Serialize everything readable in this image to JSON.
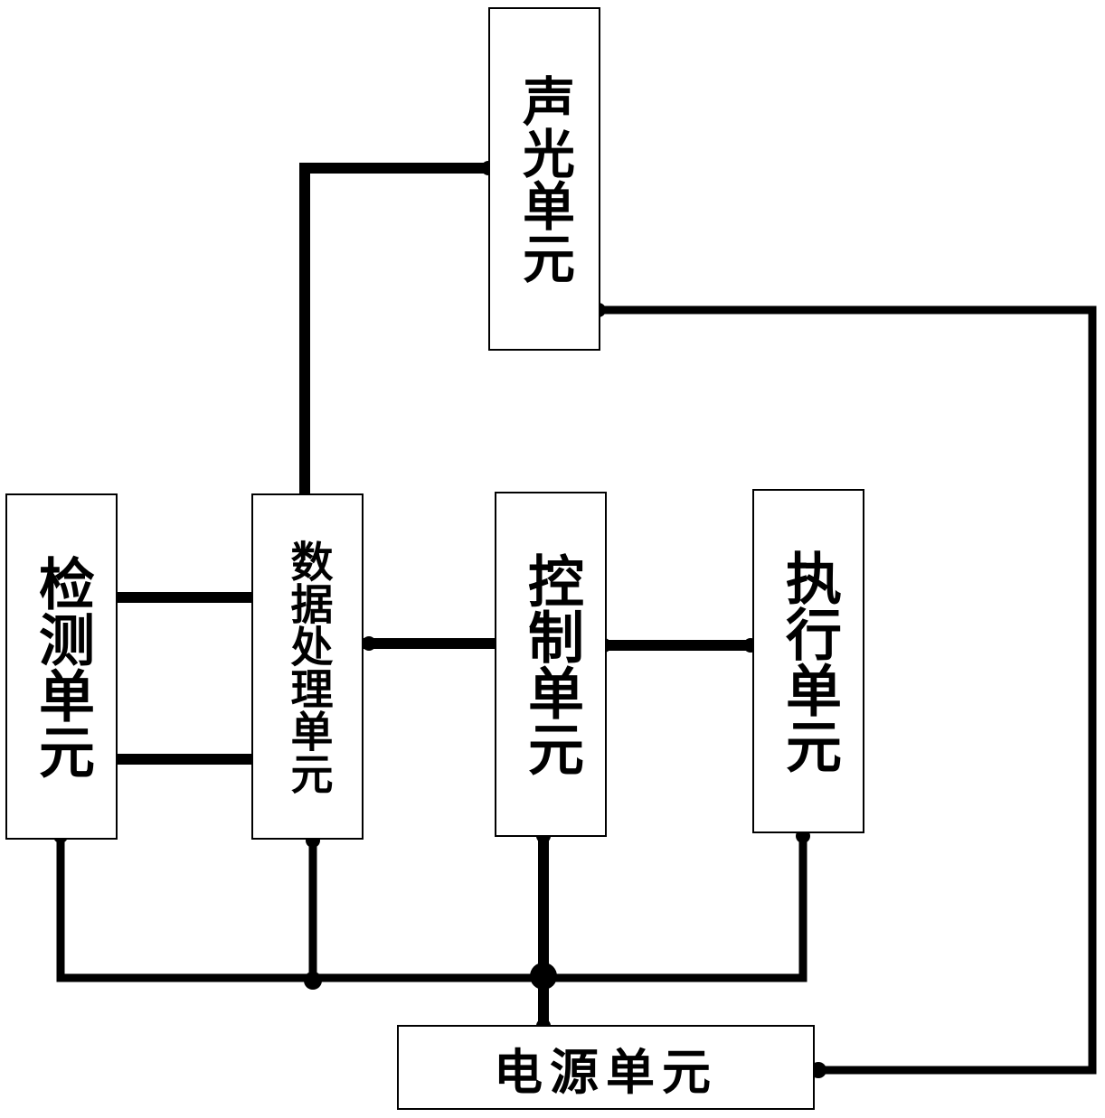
{
  "units": {
    "sound_light": "声光单元",
    "detection": "检测单元",
    "data_processing": "数据处理单元",
    "control": "控制单元",
    "execution": "执行单元",
    "power": "电源单元"
  },
  "colors": {
    "line": "#000000",
    "box_border": "#000000",
    "background": "#ffffff"
  }
}
